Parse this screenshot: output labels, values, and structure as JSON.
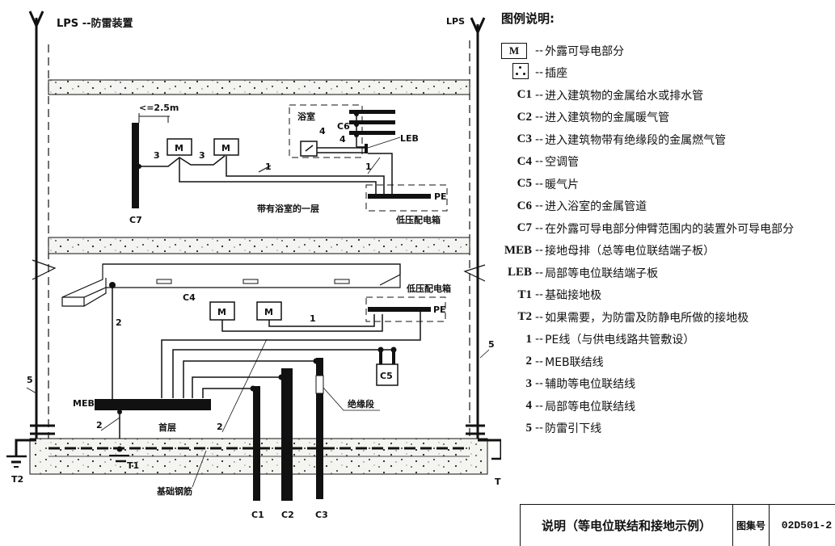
{
  "diagram": {
    "lps_left_label": "LPS --防雷装置",
    "lps_right_label": "LPS",
    "floor1": {
      "distance_label": "<=2.5m",
      "floor_caption": "带有浴室的一层",
      "bathroom_label": "浴室",
      "c6_label": "C6",
      "leb_label": "LEB",
      "pe_label": "PE",
      "panel_label": "低压配电箱",
      "c7_label": "C7",
      "m_label": "M",
      "wire_1": "1",
      "wire_3": "3",
      "wire_4": "4"
    },
    "ground_floor": {
      "c4_label": "C4",
      "panel_label": "低压配电箱",
      "pe_label": "PE",
      "m_label": "M",
      "meb_label": "MEB",
      "floor_caption": "首层",
      "c5_label": "C5",
      "insulation_label": "绝缘段",
      "wire_1": "1",
      "wire_2": "2",
      "wire_5": "5"
    },
    "foundation": {
      "rebar_label": "基础钢筋",
      "t1_label": "T1",
      "t2_label": "T2",
      "pipes": [
        "C1",
        "C2",
        "C3"
      ]
    }
  },
  "legend": {
    "title": "图例说明:",
    "items": [
      {
        "key": "M",
        "symbol": "m-box",
        "desc": "外露可导电部分"
      },
      {
        "key": "",
        "symbol": "socket-icon",
        "desc": "插座"
      },
      {
        "key": "C1",
        "desc": "进入建筑物的金属给水或排水管"
      },
      {
        "key": "C2",
        "desc": "进入建筑物的金属暖气管"
      },
      {
        "key": "C3",
        "desc": "进入建筑物带有绝缘段的金属燃气管"
      },
      {
        "key": "C4",
        "desc": "空调管"
      },
      {
        "key": "C5",
        "desc": "暖气片"
      },
      {
        "key": "C6",
        "desc": "进入浴室的金属管道"
      },
      {
        "key": "C7",
        "desc": "在外露可导电部分伸臂范围内的装置外可导电部分"
      },
      {
        "key": "MEB",
        "desc": "接地母排（总等电位联结端子板）"
      },
      {
        "key": "LEB",
        "desc": "局部等电位联结端子板"
      },
      {
        "key": "T1",
        "desc": "基础接地极"
      },
      {
        "key": "T2",
        "desc": "如果需要，为防雷及防静电所做的接地极"
      },
      {
        "key": "1",
        "desc": "PE线（与供电线路共管敷设）"
      },
      {
        "key": "2",
        "desc": "MEB联结线"
      },
      {
        "key": "3",
        "desc": "辅助等电位联结线"
      },
      {
        "key": "4",
        "desc": "局部等电位联结线"
      },
      {
        "key": "5",
        "desc": "防雷引下线"
      }
    ],
    "separator": "--"
  },
  "title_block": {
    "title": "说明（等电位联结和接地示例）",
    "atlas_label": "图集号",
    "atlas_code": "02D501-2"
  }
}
